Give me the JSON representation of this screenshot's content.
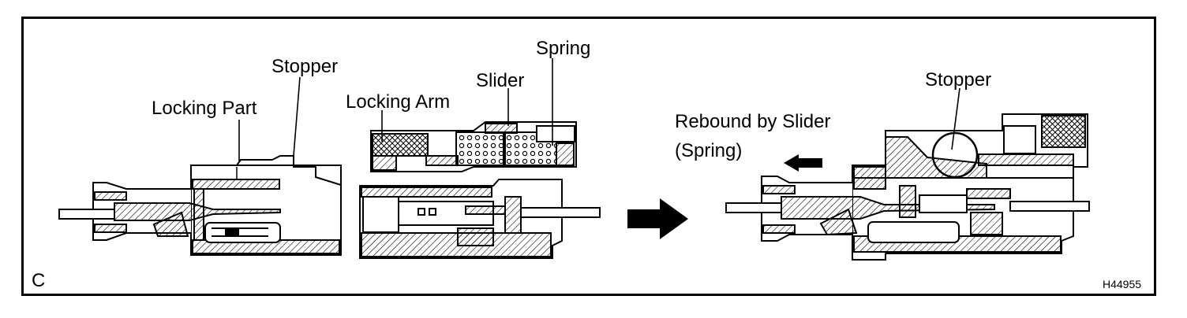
{
  "labels": {
    "locking_part": "Locking Part",
    "stopper_left": "Stopper",
    "locking_arm": "Locking Arm",
    "slider": "Slider",
    "spring": "Spring",
    "rebound_line1": "Rebound by Slider",
    "rebound_line2": "(Spring)",
    "stopper_right": "Stopper",
    "corner_letter": "C",
    "figure_code": "H44955"
  },
  "colors": {
    "line": "#000000",
    "hatch": "#000000",
    "background": "#ffffff"
  }
}
